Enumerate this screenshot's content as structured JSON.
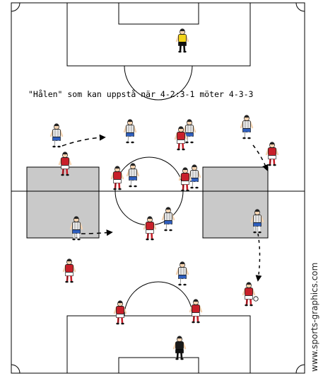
{
  "diagram": {
    "caption": "\"Hålen\" som kan uppstå när 4-2:3-1 möter 4-3-3",
    "watermark": "www.sports-graphics.com"
  },
  "colors": {
    "white_kit": "#e6e6e6",
    "white_shorts": "#2f5fbf",
    "red_kit": "#c8202a",
    "red_shorts": "#ffffff",
    "keeper_top": "#f2d31a",
    "keeper_dark": "#1a1a1a",
    "hole_fill": "#c9c9c9"
  },
  "players": [
    {
      "id": "gk-top",
      "team": "keeper-yellow"
    },
    {
      "id": "w1",
      "team": "white"
    },
    {
      "id": "w2",
      "team": "white"
    },
    {
      "id": "w3",
      "team": "white"
    },
    {
      "id": "w4",
      "team": "white"
    },
    {
      "id": "w5",
      "team": "white"
    },
    {
      "id": "w6",
      "team": "white"
    },
    {
      "id": "w7",
      "team": "white"
    },
    {
      "id": "w8",
      "team": "white"
    },
    {
      "id": "w9",
      "team": "white"
    },
    {
      "id": "w10",
      "team": "white"
    },
    {
      "id": "r1",
      "team": "red"
    },
    {
      "id": "r2",
      "team": "red"
    },
    {
      "id": "r3",
      "team": "red"
    },
    {
      "id": "r4",
      "team": "red"
    },
    {
      "id": "r5",
      "team": "red"
    },
    {
      "id": "r6",
      "team": "red"
    },
    {
      "id": "r7",
      "team": "red"
    },
    {
      "id": "r8",
      "team": "red"
    },
    {
      "id": "r9",
      "team": "red"
    },
    {
      "id": "r10",
      "team": "red"
    },
    {
      "id": "gk-bottom",
      "team": "keeper-dark"
    }
  ]
}
